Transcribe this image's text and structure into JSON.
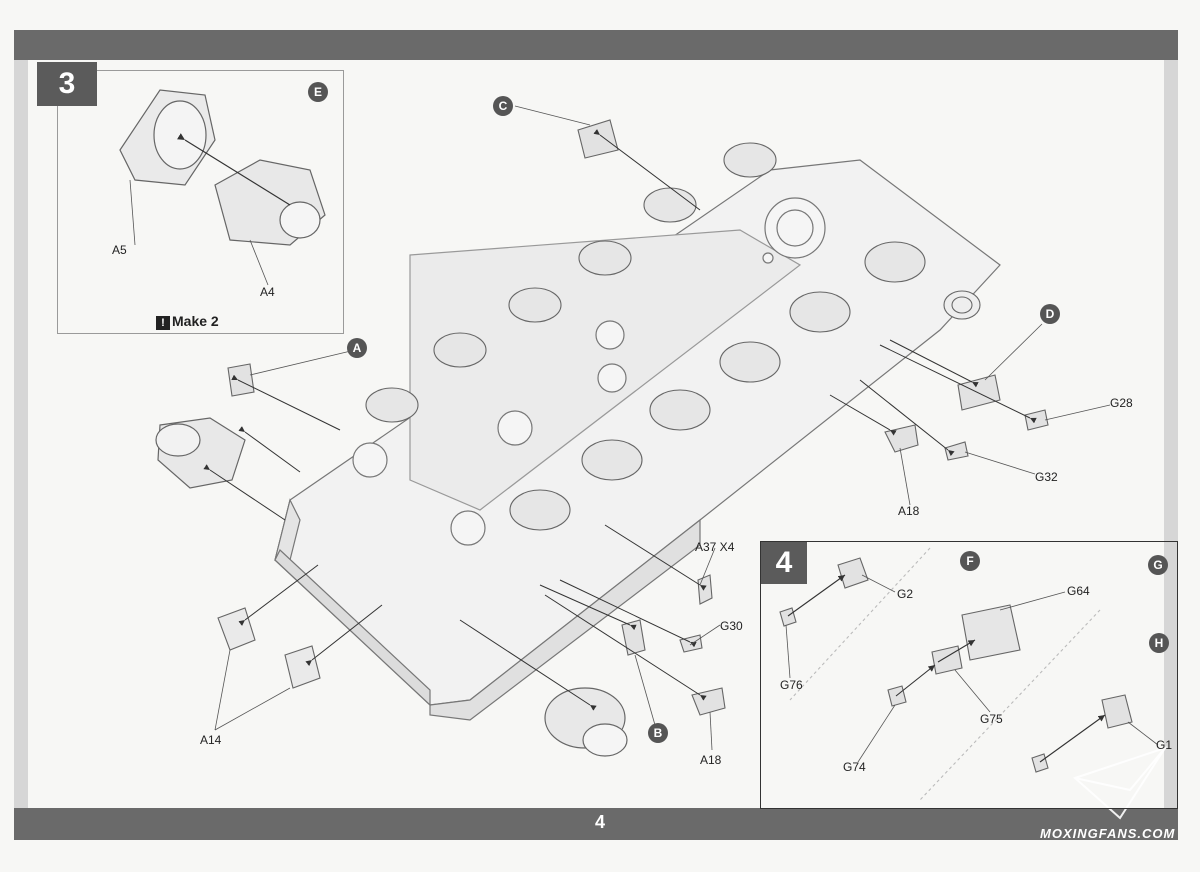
{
  "page_number": "4",
  "step3": {
    "number": "3",
    "note": "Make 2",
    "inset_circle": "E",
    "inset_labels": [
      "A5",
      "A4"
    ]
  },
  "step4": {
    "number": "4",
    "circles": [
      "F",
      "G",
      "H"
    ],
    "labels": [
      "G2",
      "G76",
      "G64",
      "G75",
      "G74",
      "G1"
    ]
  },
  "main": {
    "circles": [
      "C",
      "A",
      "D",
      "B"
    ],
    "labels": [
      "G28",
      "G32",
      "A18",
      "A37 X4",
      "G30",
      "A18",
      "A14"
    ]
  },
  "watermark": "MOXINGFANS.COM"
}
